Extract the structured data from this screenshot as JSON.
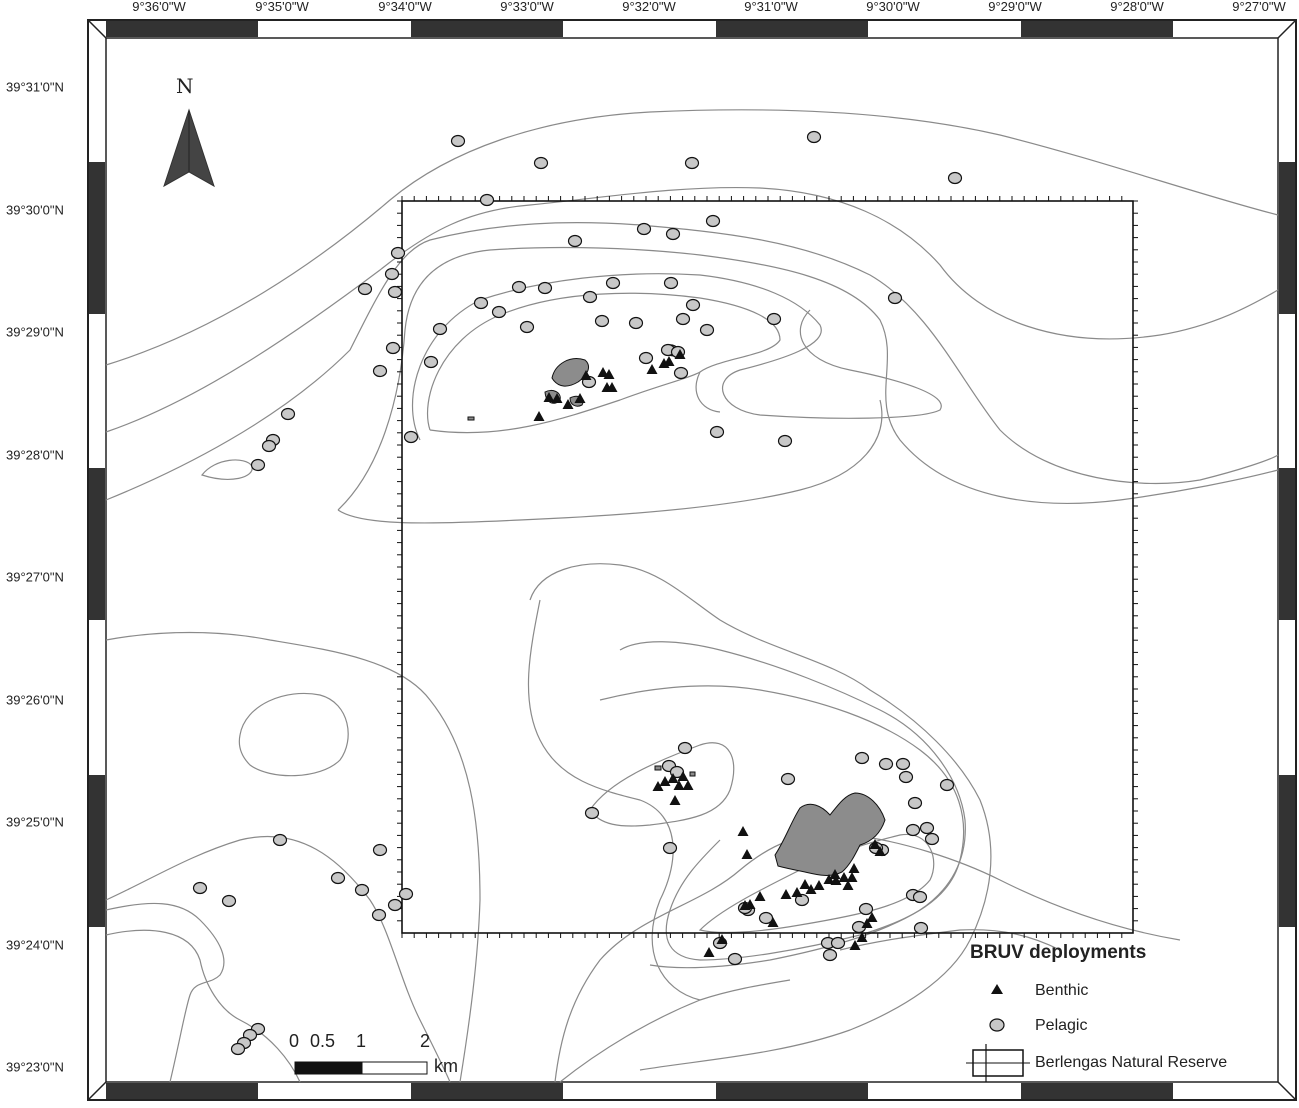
{
  "map": {
    "top_ticks": [
      "9°36'0\"W",
      "9°35'0\"W",
      "9°34'0\"W",
      "9°33'0\"W",
      "9°32'0\"W",
      "9°31'0\"W",
      "9°30'0\"W",
      "9°29'0\"W",
      "9°28'0\"W",
      "9°27'0\"W"
    ],
    "left_ticks": [
      "39°31'0\"N",
      "39°30'0\"N",
      "39°29'0\"N",
      "39°28'0\"N",
      "39°27'0\"N",
      "39°26'0\"N",
      "39°25'0\"N",
      "39°24'0\"N",
      "39°23'0\"N"
    ],
    "north_arrow": "N",
    "scale_bar": {
      "labels": [
        "0",
        "0.5",
        "1",
        "2"
      ],
      "unit": "km"
    },
    "legend": {
      "title": "BRUV deployments",
      "benthic": "Benthic",
      "pelagic": "Pelagic",
      "reserve": "Berlengas Natural Reserve"
    },
    "colors": {
      "land": "#8c8c8c",
      "contour": "#8a8a8a",
      "pelagic": "#c8c8c8",
      "benthic": "#111111",
      "frame_dark": "#333333"
    }
  }
}
